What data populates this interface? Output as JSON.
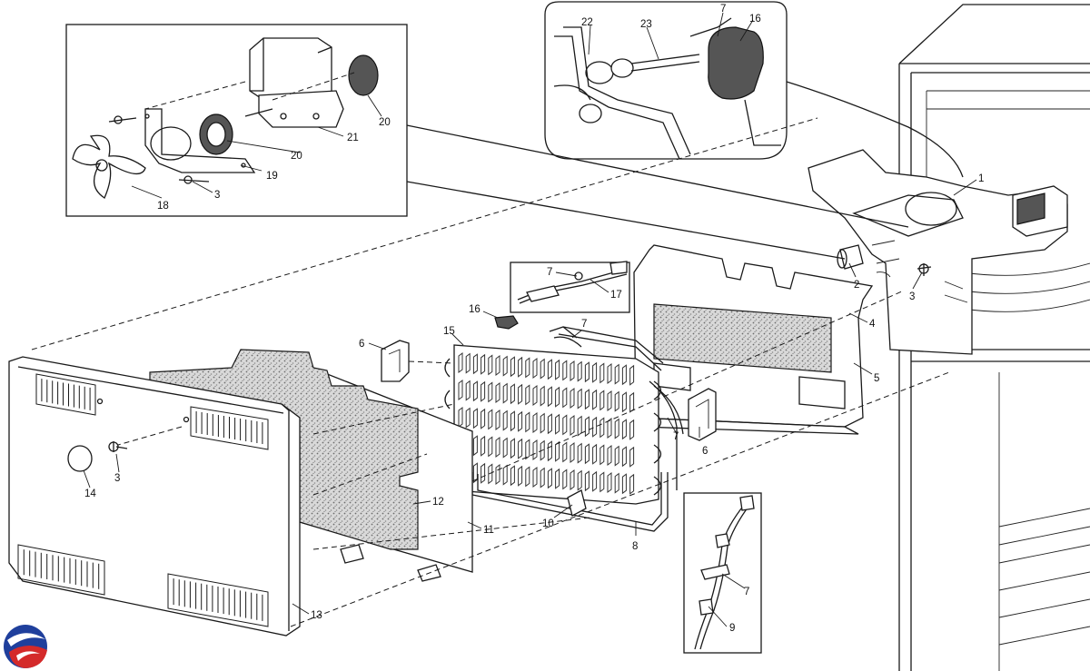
{
  "diagram": {
    "part_labels": {
      "p1": "1",
      "p2": "2",
      "p3a": "3",
      "p3b": "3",
      "p3c": "3",
      "p4": "4",
      "p5": "5",
      "p6a": "6",
      "p6b": "6",
      "p7a": "7",
      "p7b": "7",
      "p7c": "7",
      "p7d": "7",
      "p7e": "7",
      "p8": "8",
      "p9": "9",
      "p10": "10",
      "p11": "11",
      "p12": "12",
      "p13": "13",
      "p14": "14",
      "p15": "15",
      "p16a": "16",
      "p16b": "16",
      "p17": "17",
      "p18": "18",
      "p19": "19",
      "p20a": "20",
      "p20b": "20",
      "p21": "21",
      "p22": "22",
      "p23": "23"
    },
    "colors": {
      "line": "#1a1a1a",
      "background": "#ffffff",
      "foam": "#8a8a8a",
      "logo_blue": "#1f3f9c",
      "logo_red": "#d42a2a"
    }
  }
}
